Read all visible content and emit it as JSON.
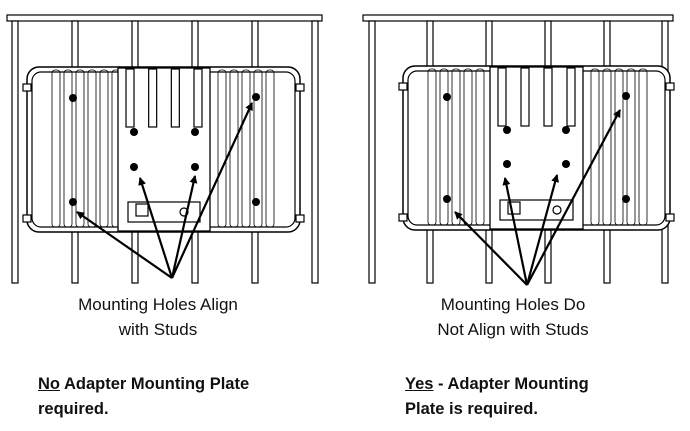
{
  "panels": [
    {
      "caption_line1": "Mounting Holes Align",
      "caption_line2": "with Studs",
      "note_emphasis": "No",
      "note_rest_line1": " Adapter Mounting Plate",
      "note_line2": "required."
    },
    {
      "caption_line1": "Mounting Holes Do",
      "caption_line2": "Not Align with Studs",
      "note_emphasis": "Yes",
      "note_rest_line1": " - Adapter Mounting",
      "note_line2": "Plate is required."
    }
  ]
}
